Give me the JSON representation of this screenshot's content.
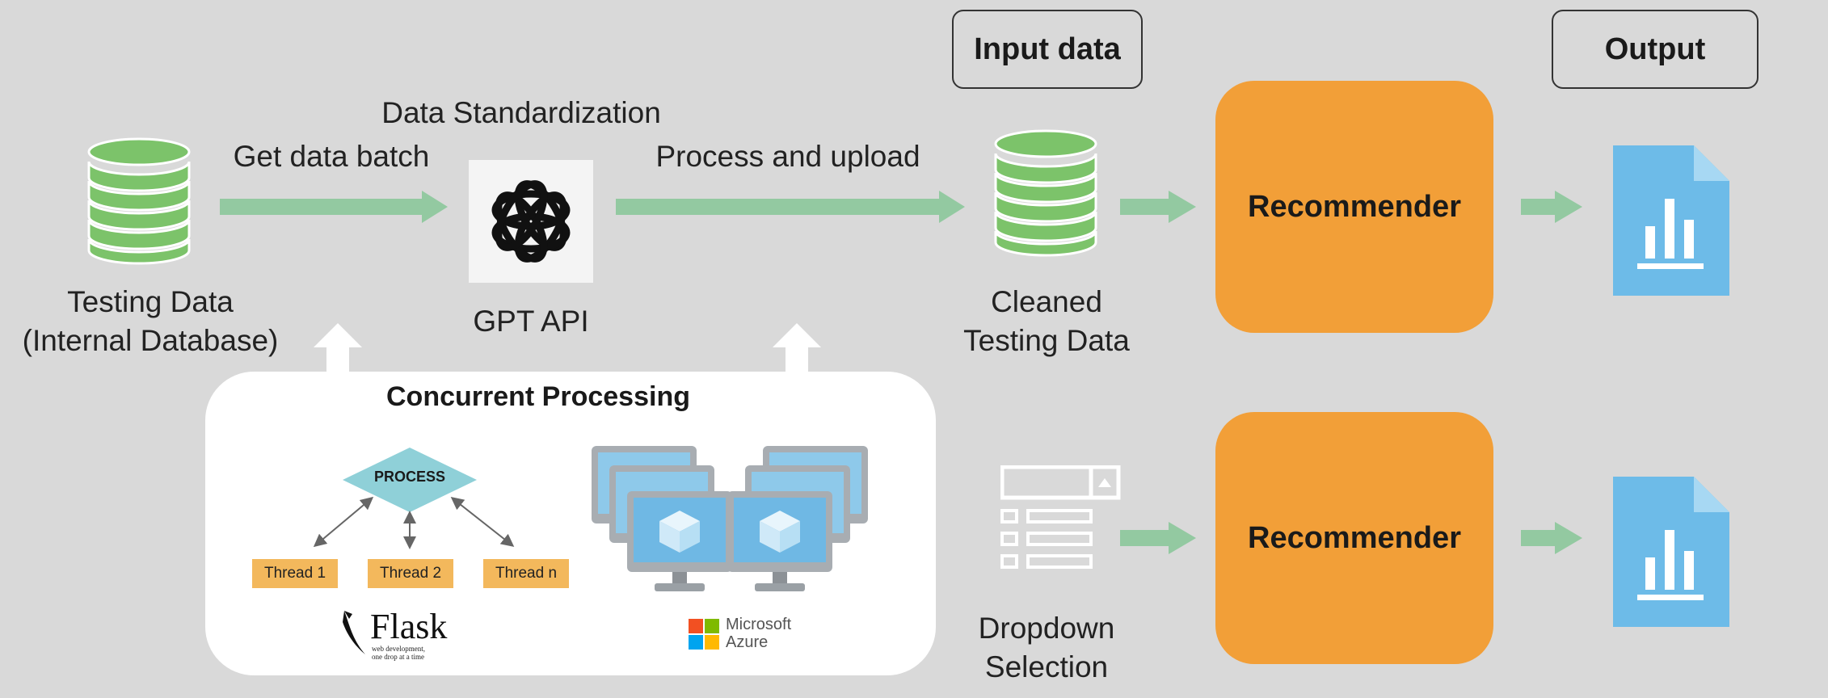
{
  "headers": {
    "input": "Input data",
    "output": "Output"
  },
  "labels": {
    "testing_data_line1": "Testing Data",
    "testing_data_line2": "(Internal Database)",
    "get_batch": "Get data batch",
    "data_standardization": "Data Standardization",
    "gpt_api": "GPT API",
    "process_upload": "Process and upload",
    "cleaned_line1": "Cleaned",
    "cleaned_line2": "Testing Data",
    "dropdown_line1": "Dropdown",
    "dropdown_line2": "Selection"
  },
  "recommenders": [
    "Recommender",
    "Recommender"
  ],
  "concurrent": {
    "title": "Concurrent Processing",
    "process": "PROCESS",
    "threads": [
      "Thread 1",
      "Thread 2",
      "Thread n"
    ],
    "flask": "Flask",
    "flask_tagline_1": "web development,",
    "flask_tagline_2": "one drop at a time",
    "ms_line1": "Microsoft",
    "ms_line2": "Azure"
  },
  "colors": {
    "background": "#d9d9d9",
    "database_green": "#7cc36a",
    "arrow_green": "#93c9a1",
    "recommender_orange": "#f29f38",
    "report_blue": "#6dbbe8",
    "process_teal": "#8fd0d8",
    "thread_orange": "#f3b85c"
  }
}
